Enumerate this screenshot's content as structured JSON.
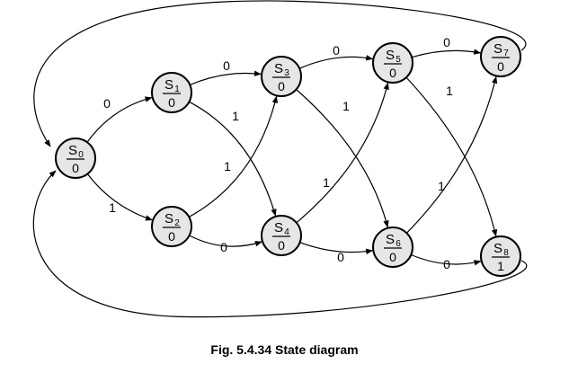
{
  "caption": "Fig. 5.4.34 State diagram",
  "states": [
    {
      "id": "S0",
      "name": "S",
      "sub": "0",
      "output": "0"
    },
    {
      "id": "S1",
      "name": "S",
      "sub": "1",
      "output": "0"
    },
    {
      "id": "S2",
      "name": "S",
      "sub": "2",
      "output": "0"
    },
    {
      "id": "S3",
      "name": "S",
      "sub": "3",
      "output": "0"
    },
    {
      "id": "S4",
      "name": "S",
      "sub": "4",
      "output": "0"
    },
    {
      "id": "S5",
      "name": "S",
      "sub": "5",
      "output": "0"
    },
    {
      "id": "S6",
      "name": "S",
      "sub": "6",
      "output": "0"
    },
    {
      "id": "S7",
      "name": "S",
      "sub": "7",
      "output": "0"
    },
    {
      "id": "S8",
      "name": "S",
      "sub": "8",
      "output": "1"
    }
  ],
  "transitions": [
    {
      "from": "S0",
      "to": "S1",
      "input": "0"
    },
    {
      "from": "S0",
      "to": "S2",
      "input": "1"
    },
    {
      "from": "S1",
      "to": "S3",
      "input": "0"
    },
    {
      "from": "S1",
      "to": "S4",
      "input": "1"
    },
    {
      "from": "S2",
      "to": "S3",
      "input": "1"
    },
    {
      "from": "S2",
      "to": "S4",
      "input": "0"
    },
    {
      "from": "S3",
      "to": "S5",
      "input": "0"
    },
    {
      "from": "S3",
      "to": "S6",
      "input": "1"
    },
    {
      "from": "S4",
      "to": "S5",
      "input": "1"
    },
    {
      "from": "S4",
      "to": "S6",
      "input": "0"
    },
    {
      "from": "S5",
      "to": "S7",
      "input": "0"
    },
    {
      "from": "S5",
      "to": "S8",
      "input": "1"
    },
    {
      "from": "S6",
      "to": "S7",
      "input": "1"
    },
    {
      "from": "S6",
      "to": "S8",
      "input": "0"
    },
    {
      "from": "S7",
      "to": "S0",
      "input": ""
    },
    {
      "from": "S8",
      "to": "S0",
      "input": ""
    }
  ]
}
